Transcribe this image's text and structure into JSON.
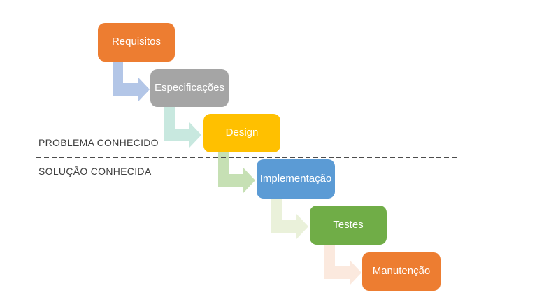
{
  "diagram": {
    "model": "waterfall-software-lifecycle",
    "background": "#FFFFFF",
    "section_labels": {
      "above": "PROBLEMA CONHECIDO",
      "below": "SOLUÇÃO CONHECIDA"
    },
    "divider": {
      "style": "dashed",
      "color": "#4D4D4D"
    },
    "stages": [
      {
        "label": "Requisitos",
        "color": "#ED7D31",
        "text_color": "#FFFFFF"
      },
      {
        "label": "Especificações",
        "color": "#A5A5A5",
        "text_color": "#FFFFFF"
      },
      {
        "label": "Design",
        "color": "#FFC000",
        "text_color": "#FFFFFF"
      },
      {
        "label": "Implementação",
        "color": "#5B9BD5",
        "text_color": "#FFFFFF"
      },
      {
        "label": "Testes",
        "color": "#70AD47",
        "text_color": "#FFFFFF"
      },
      {
        "label": "Manutenção",
        "color": "#ED7D31",
        "text_color": "#FFFFFF"
      }
    ],
    "connectors": [
      {
        "from": "Requisitos",
        "to": "Especificações",
        "color": "#B3C6E7"
      },
      {
        "from": "Especificações",
        "to": "Design",
        "color": "#C8E8DF"
      },
      {
        "from": "Design",
        "to": "Implementação",
        "color": "#C6E0B4"
      },
      {
        "from": "Implementação",
        "to": "Testes",
        "color": "#EAF1DA"
      },
      {
        "from": "Testes",
        "to": "Manutenção",
        "color": "#FBE9DE"
      }
    ]
  }
}
